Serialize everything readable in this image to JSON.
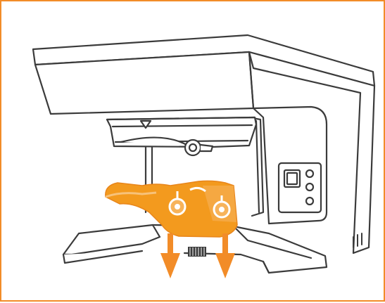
{
  "illustration": {
    "subject": "machine-with-removable-holder",
    "colors": {
      "outline": "#3b3b3b",
      "frame_border": "#f28c28",
      "highlight": "#f39a1e",
      "highlight_light": "#f7b35a",
      "arrow": "#f28c28",
      "background": "#ffffff"
    },
    "arrow_count": 2,
    "arrow_direction": "down",
    "control_panel": {
      "display": "screen",
      "buttons": 3
    }
  }
}
